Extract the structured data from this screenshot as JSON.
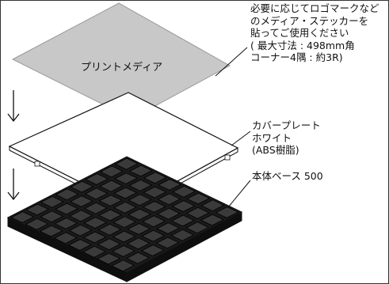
{
  "media_label": "プリントメディア",
  "media_note": {
    "lines": [
      "必要に応じてロゴマークなど",
      "のメディア・ステッカーを",
      "貼ってご使用ください",
      "( 最大寸法 : 498mm角",
      "  コーナー4隅 : 約3R)"
    ]
  },
  "cover_plate": {
    "lines": [
      "カバープレート",
      "ホワイト",
      "(ABS樹脂)"
    ]
  },
  "base_label": "本体ベース 500",
  "colors": {
    "media_fill": "#c8c8c8",
    "base_fill": "#1a1a1a",
    "base_tile": "#3a3a3a",
    "line": "#111111"
  }
}
